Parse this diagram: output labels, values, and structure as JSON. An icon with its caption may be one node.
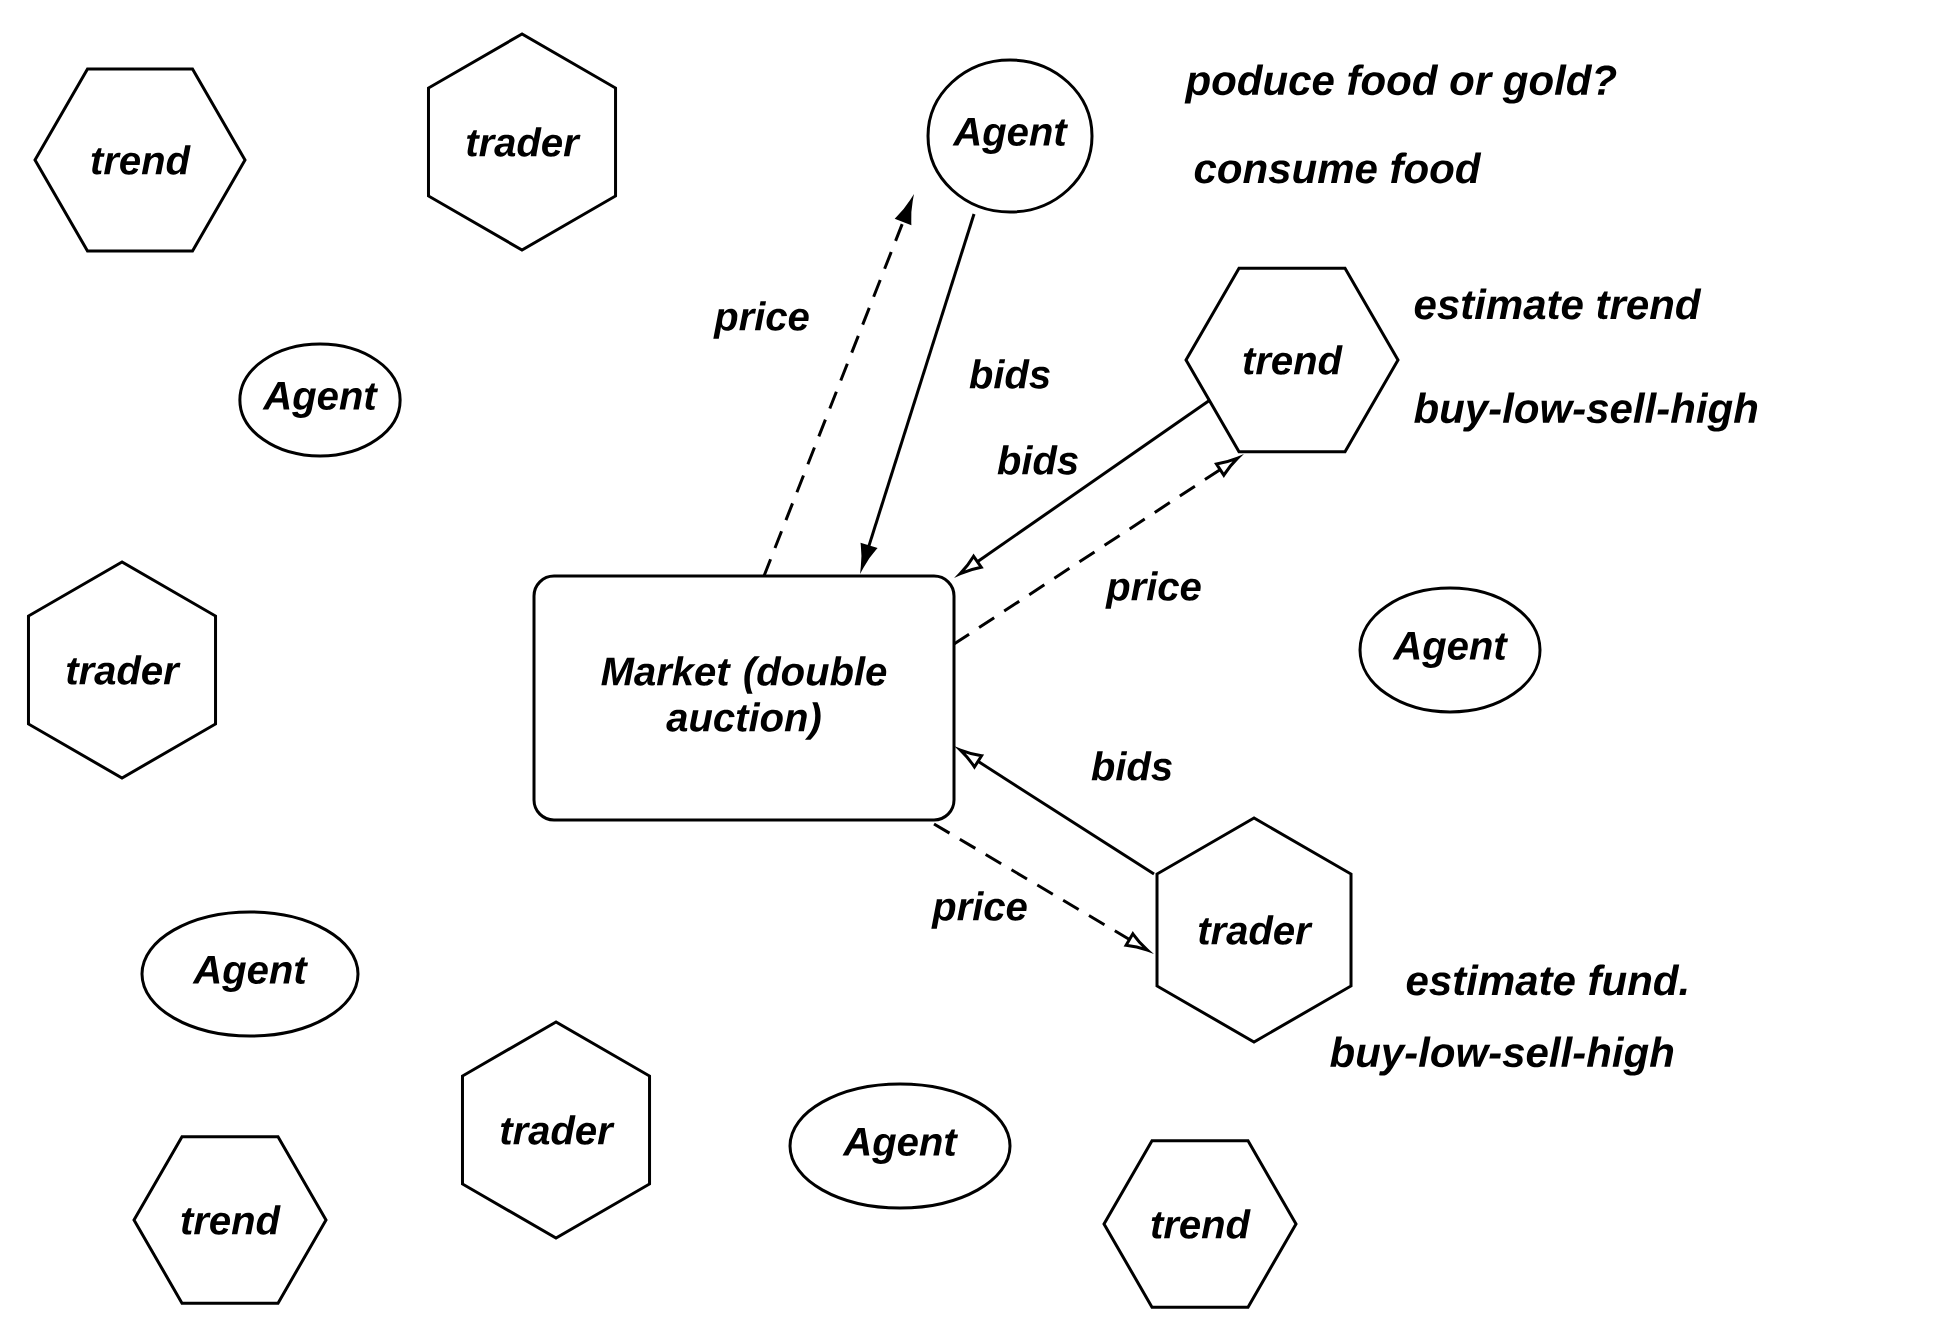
{
  "diagram": {
    "nodes": [
      {
        "text": [
          "trend"
        ]
      },
      {
        "text": [
          "trader"
        ]
      },
      {
        "text": [
          "Agent"
        ],
        "beside": [
          "poduce food or gold?",
          "consume food"
        ]
      },
      {
        "text": [
          "trend"
        ],
        "beside": [
          "estimate trend",
          "buy-low-sell-high"
        ]
      },
      {
        "text": [
          "Agent"
        ]
      },
      {
        "text": [
          "trader"
        ]
      },
      {
        "text": [
          "Market (double auction)"
        ]
      },
      {
        "text": [
          "Agent"
        ]
      },
      {
        "text": [
          "trader"
        ],
        "beside": [
          "estimate fund.",
          "buy-low-sell-high"
        ]
      },
      {
        "text": [
          "Agent"
        ]
      },
      {
        "text": [
          "trader"
        ]
      },
      {
        "text": [
          "Agent"
        ]
      },
      {
        "text": [
          "trend"
        ]
      },
      {
        "text": [
          "trend"
        ]
      }
    ],
    "edges": [
      {
        "from": 6,
        "to": 2,
        "arrow": "to",
        "label": "price",
        "style": "dashed"
      },
      {
        "from": 2,
        "to": 6,
        "arrow": "to",
        "label": "bids"
      },
      {
        "from": 3,
        "to": 6,
        "arrow": "to",
        "label": "bids"
      },
      {
        "from": 6,
        "to": 3,
        "arrow": "to",
        "label": "price",
        "style": "dashed"
      },
      {
        "from": 8,
        "to": 6,
        "arrow": "to",
        "label": "bids"
      },
      {
        "from": 6,
        "to": 8,
        "arrow": "to",
        "label": "price",
        "style": "dashed"
      }
    ]
  }
}
